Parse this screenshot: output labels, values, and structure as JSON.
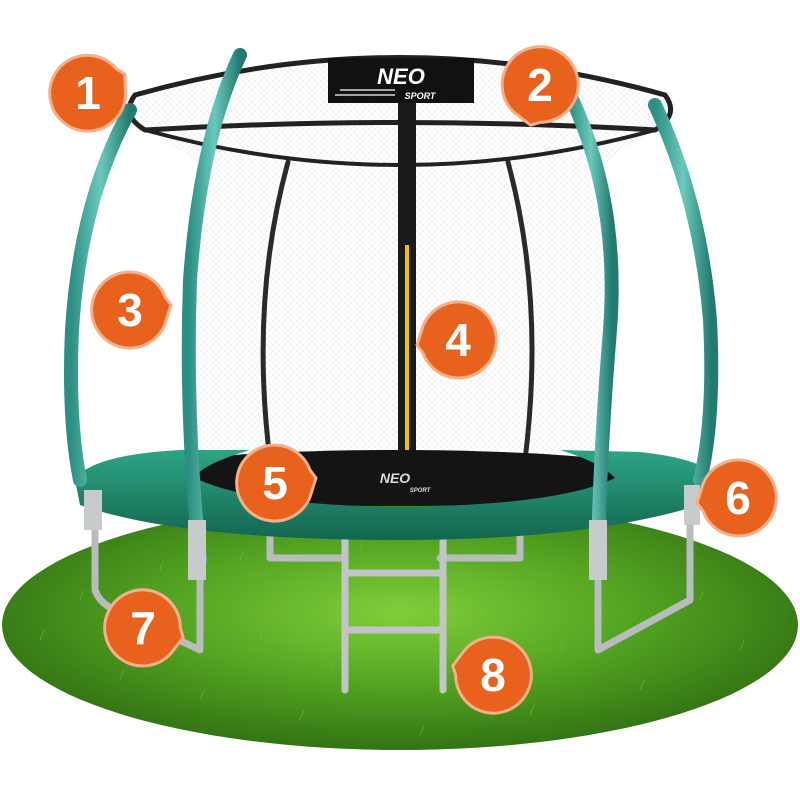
{
  "brand": {
    "top": "NEO",
    "bottom": "SPORT"
  },
  "markers": [
    {
      "label": "1"
    },
    {
      "label": "2"
    },
    {
      "label": "3"
    },
    {
      "label": "4"
    },
    {
      "label": "5"
    },
    {
      "label": "6"
    },
    {
      "label": "7"
    },
    {
      "label": "8"
    }
  ],
  "colors": {
    "marker_fill": "#e8621e",
    "marker_border": "#f4b08a",
    "pole": "#2f9e8f",
    "mat_edge": "#1e8a6e",
    "grass": "#4c9a1e",
    "frame": "#b9bcbd"
  }
}
